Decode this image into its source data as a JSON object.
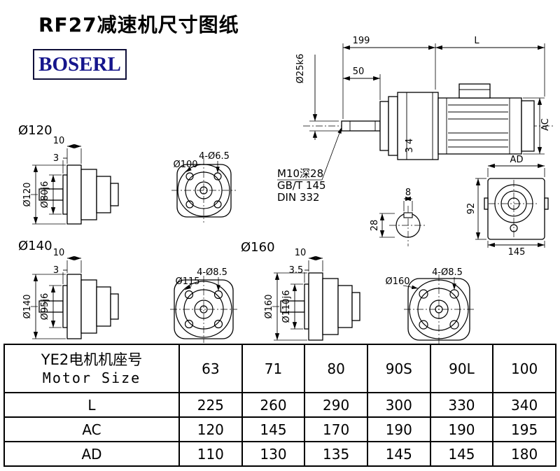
{
  "page": {
    "title": "RF27减速机尺寸图纸",
    "logo": "BOSERL"
  },
  "main_view": {
    "dim_199": "199",
    "dim_l": "L",
    "dim_shaft": "Ø25k6",
    "dim_50": "50",
    "dim_ac": "AC",
    "dim_gap": "3 4",
    "thread_note1": "M10深28",
    "thread_note2": "GB/T 145",
    "thread_note3": "DIN 332"
  },
  "key_section": {
    "dim_key_width": "8",
    "dim_height": "28"
  },
  "end_view": {
    "dim_ad": "AD",
    "dim_92": "92",
    "dim_145": "145"
  },
  "flange_120": {
    "caption": "Ø120",
    "dim_thickness": "10",
    "dim_step": "3",
    "dim_outer": "Ø120",
    "dim_spigot": "Ø80j6"
  },
  "flange_100_front": {
    "dim_outer": "Ø100",
    "dim_holes": "4-Ø6.5"
  },
  "flange_140": {
    "caption": "Ø140",
    "dim_thickness": "10",
    "dim_step": "3",
    "dim_outer": "Ø140",
    "dim_spigot": "Ø95j6"
  },
  "flange_115_front": {
    "dim_outer": "Ø115",
    "dim_holes": "4-Ø8.5"
  },
  "flange_160_side": {
    "caption": "Ø160",
    "dim_thickness": "10",
    "dim_step": "3.5",
    "dim_outer": "Ø160",
    "dim_spigot": "Ø110j6"
  },
  "flange_160_front": {
    "dim_outer": "Ø160",
    "dim_holes": "4-Ø8.5"
  },
  "table": {
    "header_cn": "YE2电机机座号",
    "header_en": "Motor Size",
    "sizes": [
      "63",
      "71",
      "80",
      "90S",
      "90L",
      "100"
    ],
    "rows": [
      {
        "label": "L",
        "values": [
          "225",
          "260",
          "290",
          "300",
          "330",
          "340"
        ]
      },
      {
        "label": "AC",
        "values": [
          "120",
          "145",
          "170",
          "190",
          "190",
          "195"
        ]
      },
      {
        "label": "AD",
        "values": [
          "110",
          "130",
          "135",
          "145",
          "145",
          "180"
        ]
      }
    ]
  }
}
